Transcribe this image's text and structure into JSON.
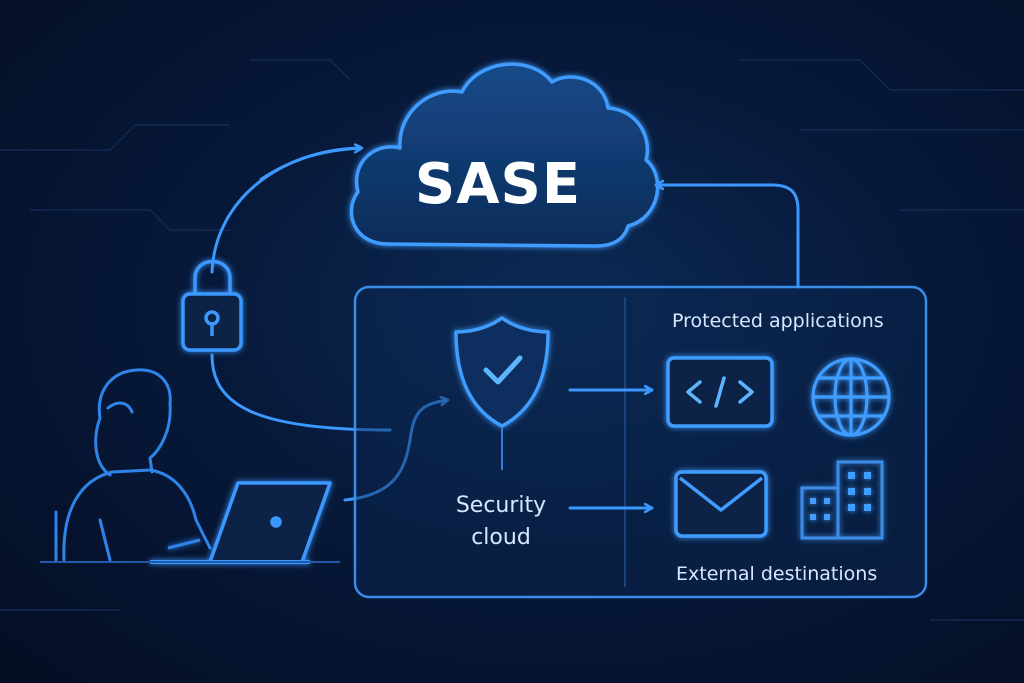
{
  "diagram": {
    "title": "SASE",
    "security_cloud": [
      "Security",
      "cloud"
    ],
    "protected_label": "Protected applications",
    "external_label": "External destinations"
  },
  "icons": [
    "cloud-icon",
    "lock-icon",
    "user-icon",
    "laptop-icon",
    "shield-check-icon",
    "code-icon",
    "globe-icon",
    "mail-icon",
    "building-icon"
  ],
  "colors": {
    "background": "#061634",
    "stroke": "#2f8cff",
    "stroke_light": "#4aa6ff",
    "cloud_fill": "#0f3566",
    "text": "#e8f1ff"
  }
}
